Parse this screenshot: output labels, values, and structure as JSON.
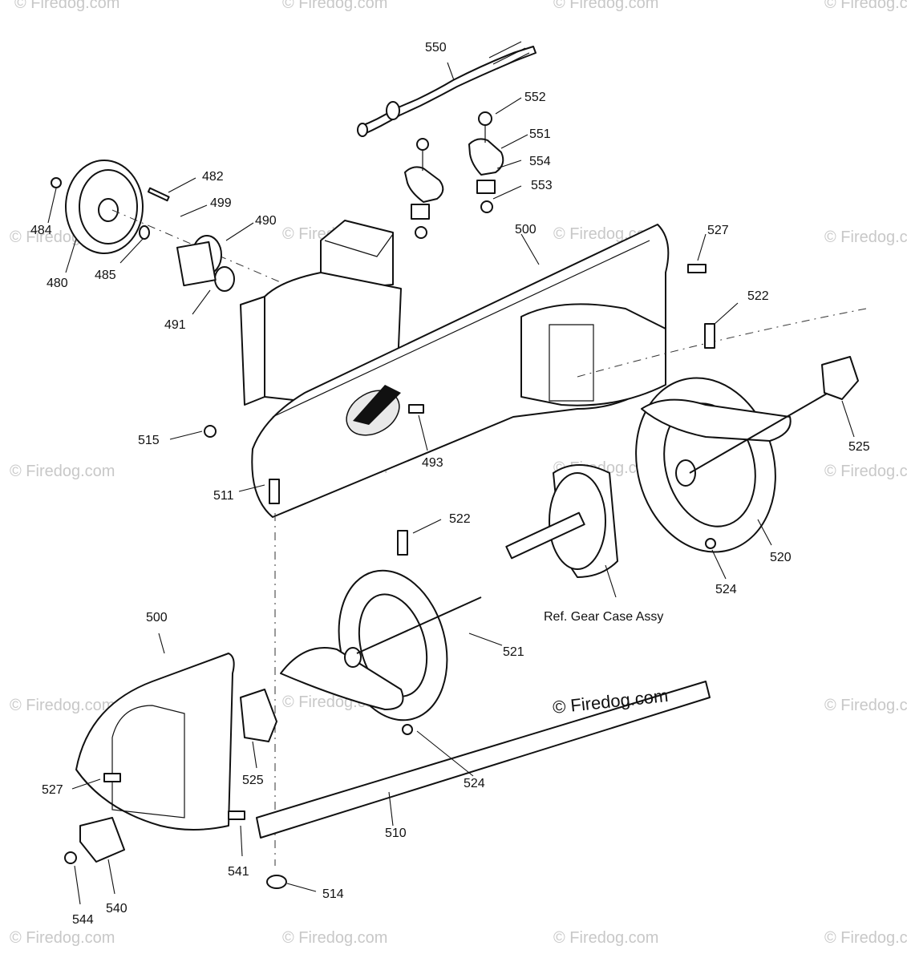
{
  "watermark": "© Firedog.com",
  "copyright": "© Firedog.com",
  "reference": "Ref. Gear Case Assy",
  "callouts": [
    {
      "id": "c550",
      "text": "550"
    },
    {
      "id": "c552",
      "text": "552"
    },
    {
      "id": "c551",
      "text": "551"
    },
    {
      "id": "c554",
      "text": "554"
    },
    {
      "id": "c553",
      "text": "553"
    },
    {
      "id": "c482",
      "text": "482"
    },
    {
      "id": "c499",
      "text": "499"
    },
    {
      "id": "c490",
      "text": "490"
    },
    {
      "id": "c484",
      "text": "484"
    },
    {
      "id": "c480",
      "text": "480"
    },
    {
      "id": "c485",
      "text": "485"
    },
    {
      "id": "c491",
      "text": "491"
    },
    {
      "id": "c500a",
      "text": "500"
    },
    {
      "id": "c527a",
      "text": "527"
    },
    {
      "id": "c522a",
      "text": "522"
    },
    {
      "id": "c525a",
      "text": "525"
    },
    {
      "id": "c515",
      "text": "515"
    },
    {
      "id": "c493",
      "text": "493"
    },
    {
      "id": "c511",
      "text": "511"
    },
    {
      "id": "c522b",
      "text": "522"
    },
    {
      "id": "c520",
      "text": "520"
    },
    {
      "id": "c524a",
      "text": "524"
    },
    {
      "id": "c500b",
      "text": "500"
    },
    {
      "id": "c521",
      "text": "521"
    },
    {
      "id": "c527b",
      "text": "527"
    },
    {
      "id": "c525b",
      "text": "525"
    },
    {
      "id": "c524b",
      "text": "524"
    },
    {
      "id": "c510",
      "text": "510"
    },
    {
      "id": "c541",
      "text": "541"
    },
    {
      "id": "c514",
      "text": "514"
    },
    {
      "id": "c544",
      "text": "544"
    },
    {
      "id": "c540",
      "text": "540"
    }
  ]
}
